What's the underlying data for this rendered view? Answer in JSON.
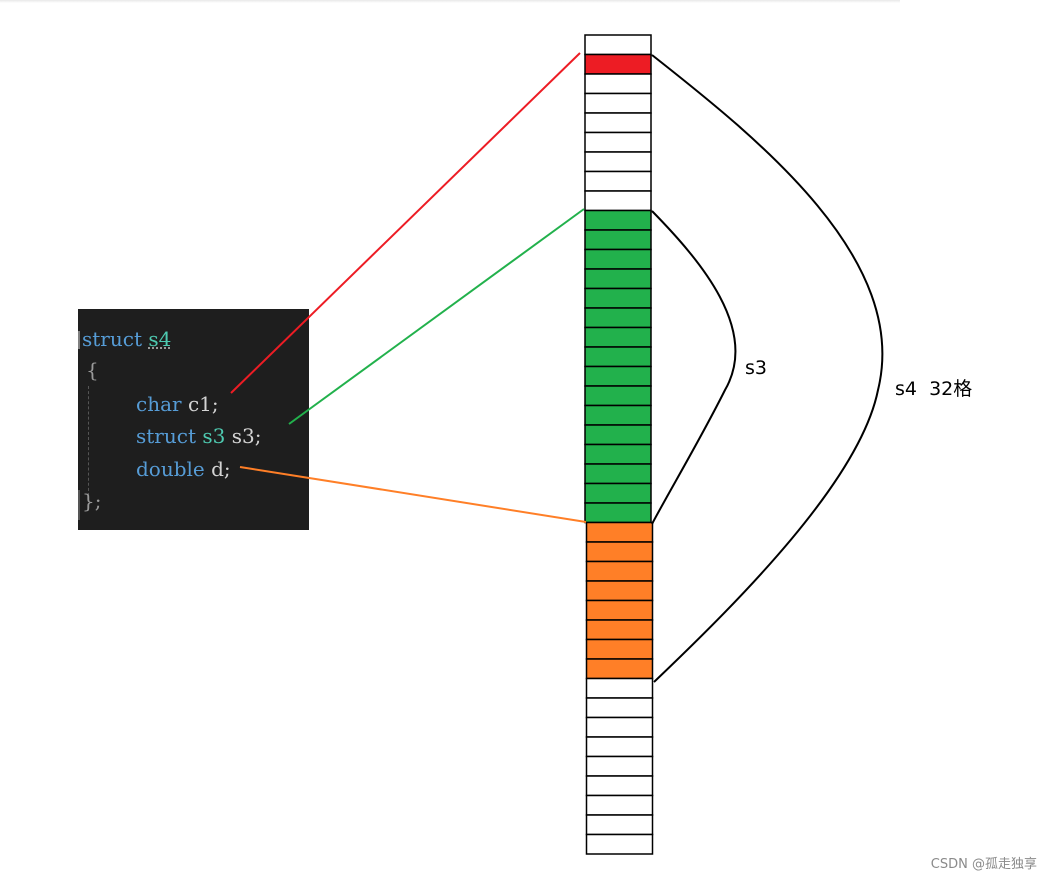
{
  "code": {
    "line1": {
      "kw": "struct",
      "name": "s4"
    },
    "open_brace": "{",
    "line2": {
      "kw": "char",
      "rest": "c1;"
    },
    "line3": {
      "kw": "struct",
      "type": "s3",
      "rest": "s3;"
    },
    "line4": {
      "kw": "double",
      "rest": "d;"
    },
    "close_brace": "};"
  },
  "memory": {
    "total_cells": 42,
    "red_cells": [
      1
    ],
    "green_range": [
      9,
      24
    ],
    "orange_range": [
      25,
      32
    ],
    "colors": {
      "red": "#ed1c24",
      "green": "#22b14c",
      "orange": "#ff7f27",
      "empty": "#ffffff",
      "border": "#000000"
    }
  },
  "labels": {
    "s3": "s3",
    "s4": "s4  32格"
  },
  "watermark": "CSDN @孤走独享"
}
